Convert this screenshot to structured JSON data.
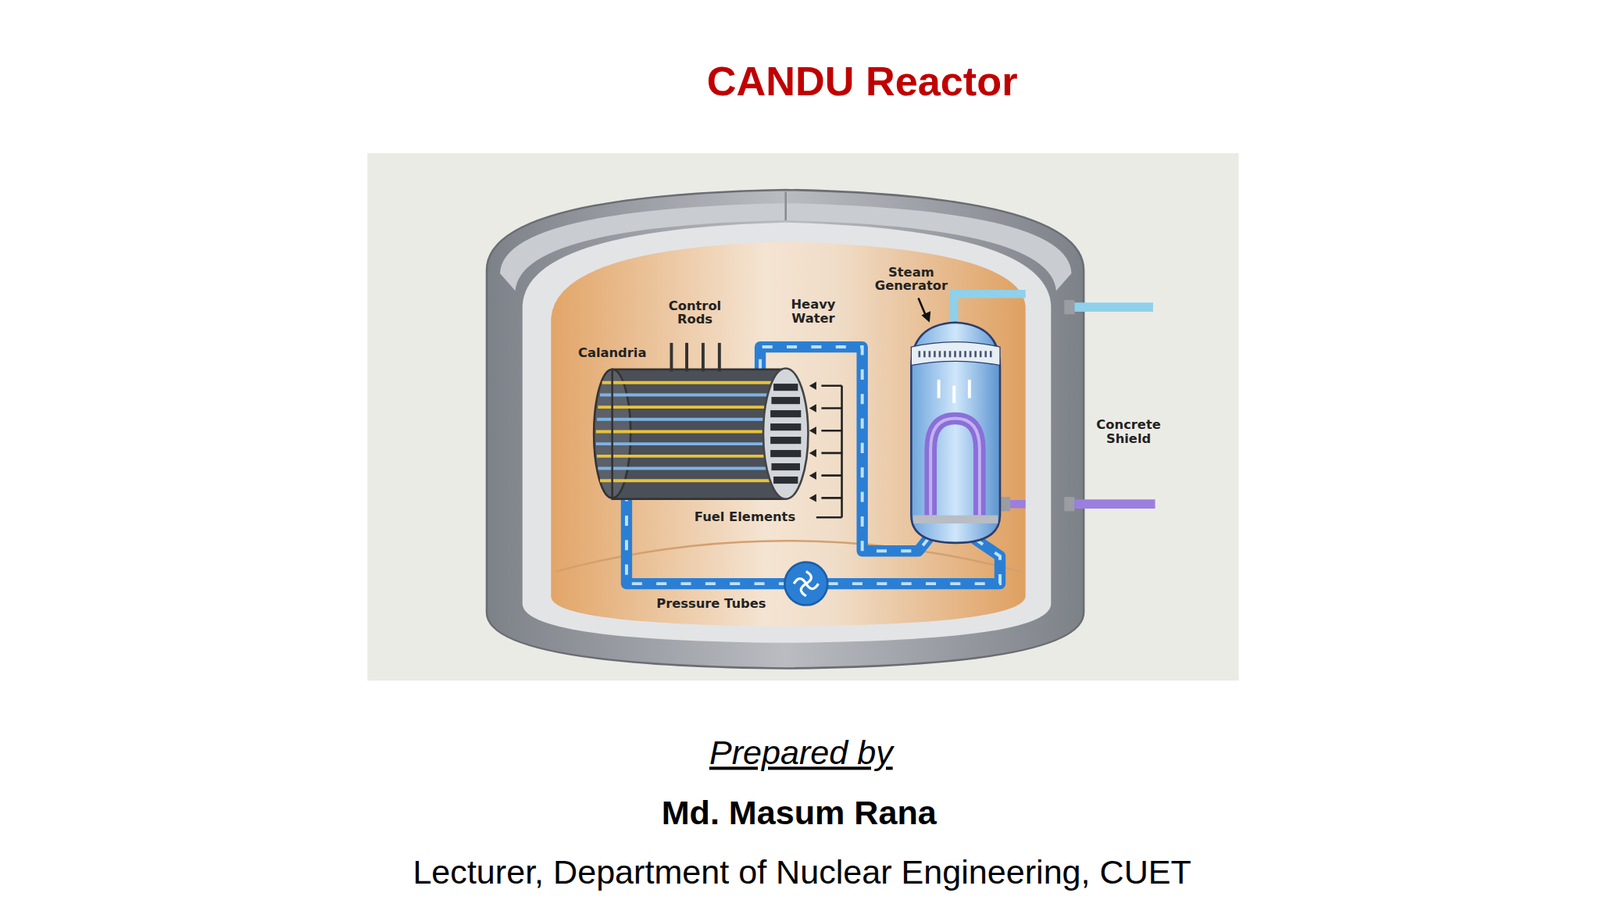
{
  "diagram": {
    "title": "CANDU Reactor",
    "labels": [
      "Calandria",
      "Control Rods",
      "Heavy Water",
      "Steam Generator",
      "Fuel Elements",
      "Pressure Tubes",
      "Concrete Shield",
      "Prepared by",
      "Md. Masum Rana",
      "Lecturer, Department of Nuclear Engineering, CUET"
    ]
  }
}
